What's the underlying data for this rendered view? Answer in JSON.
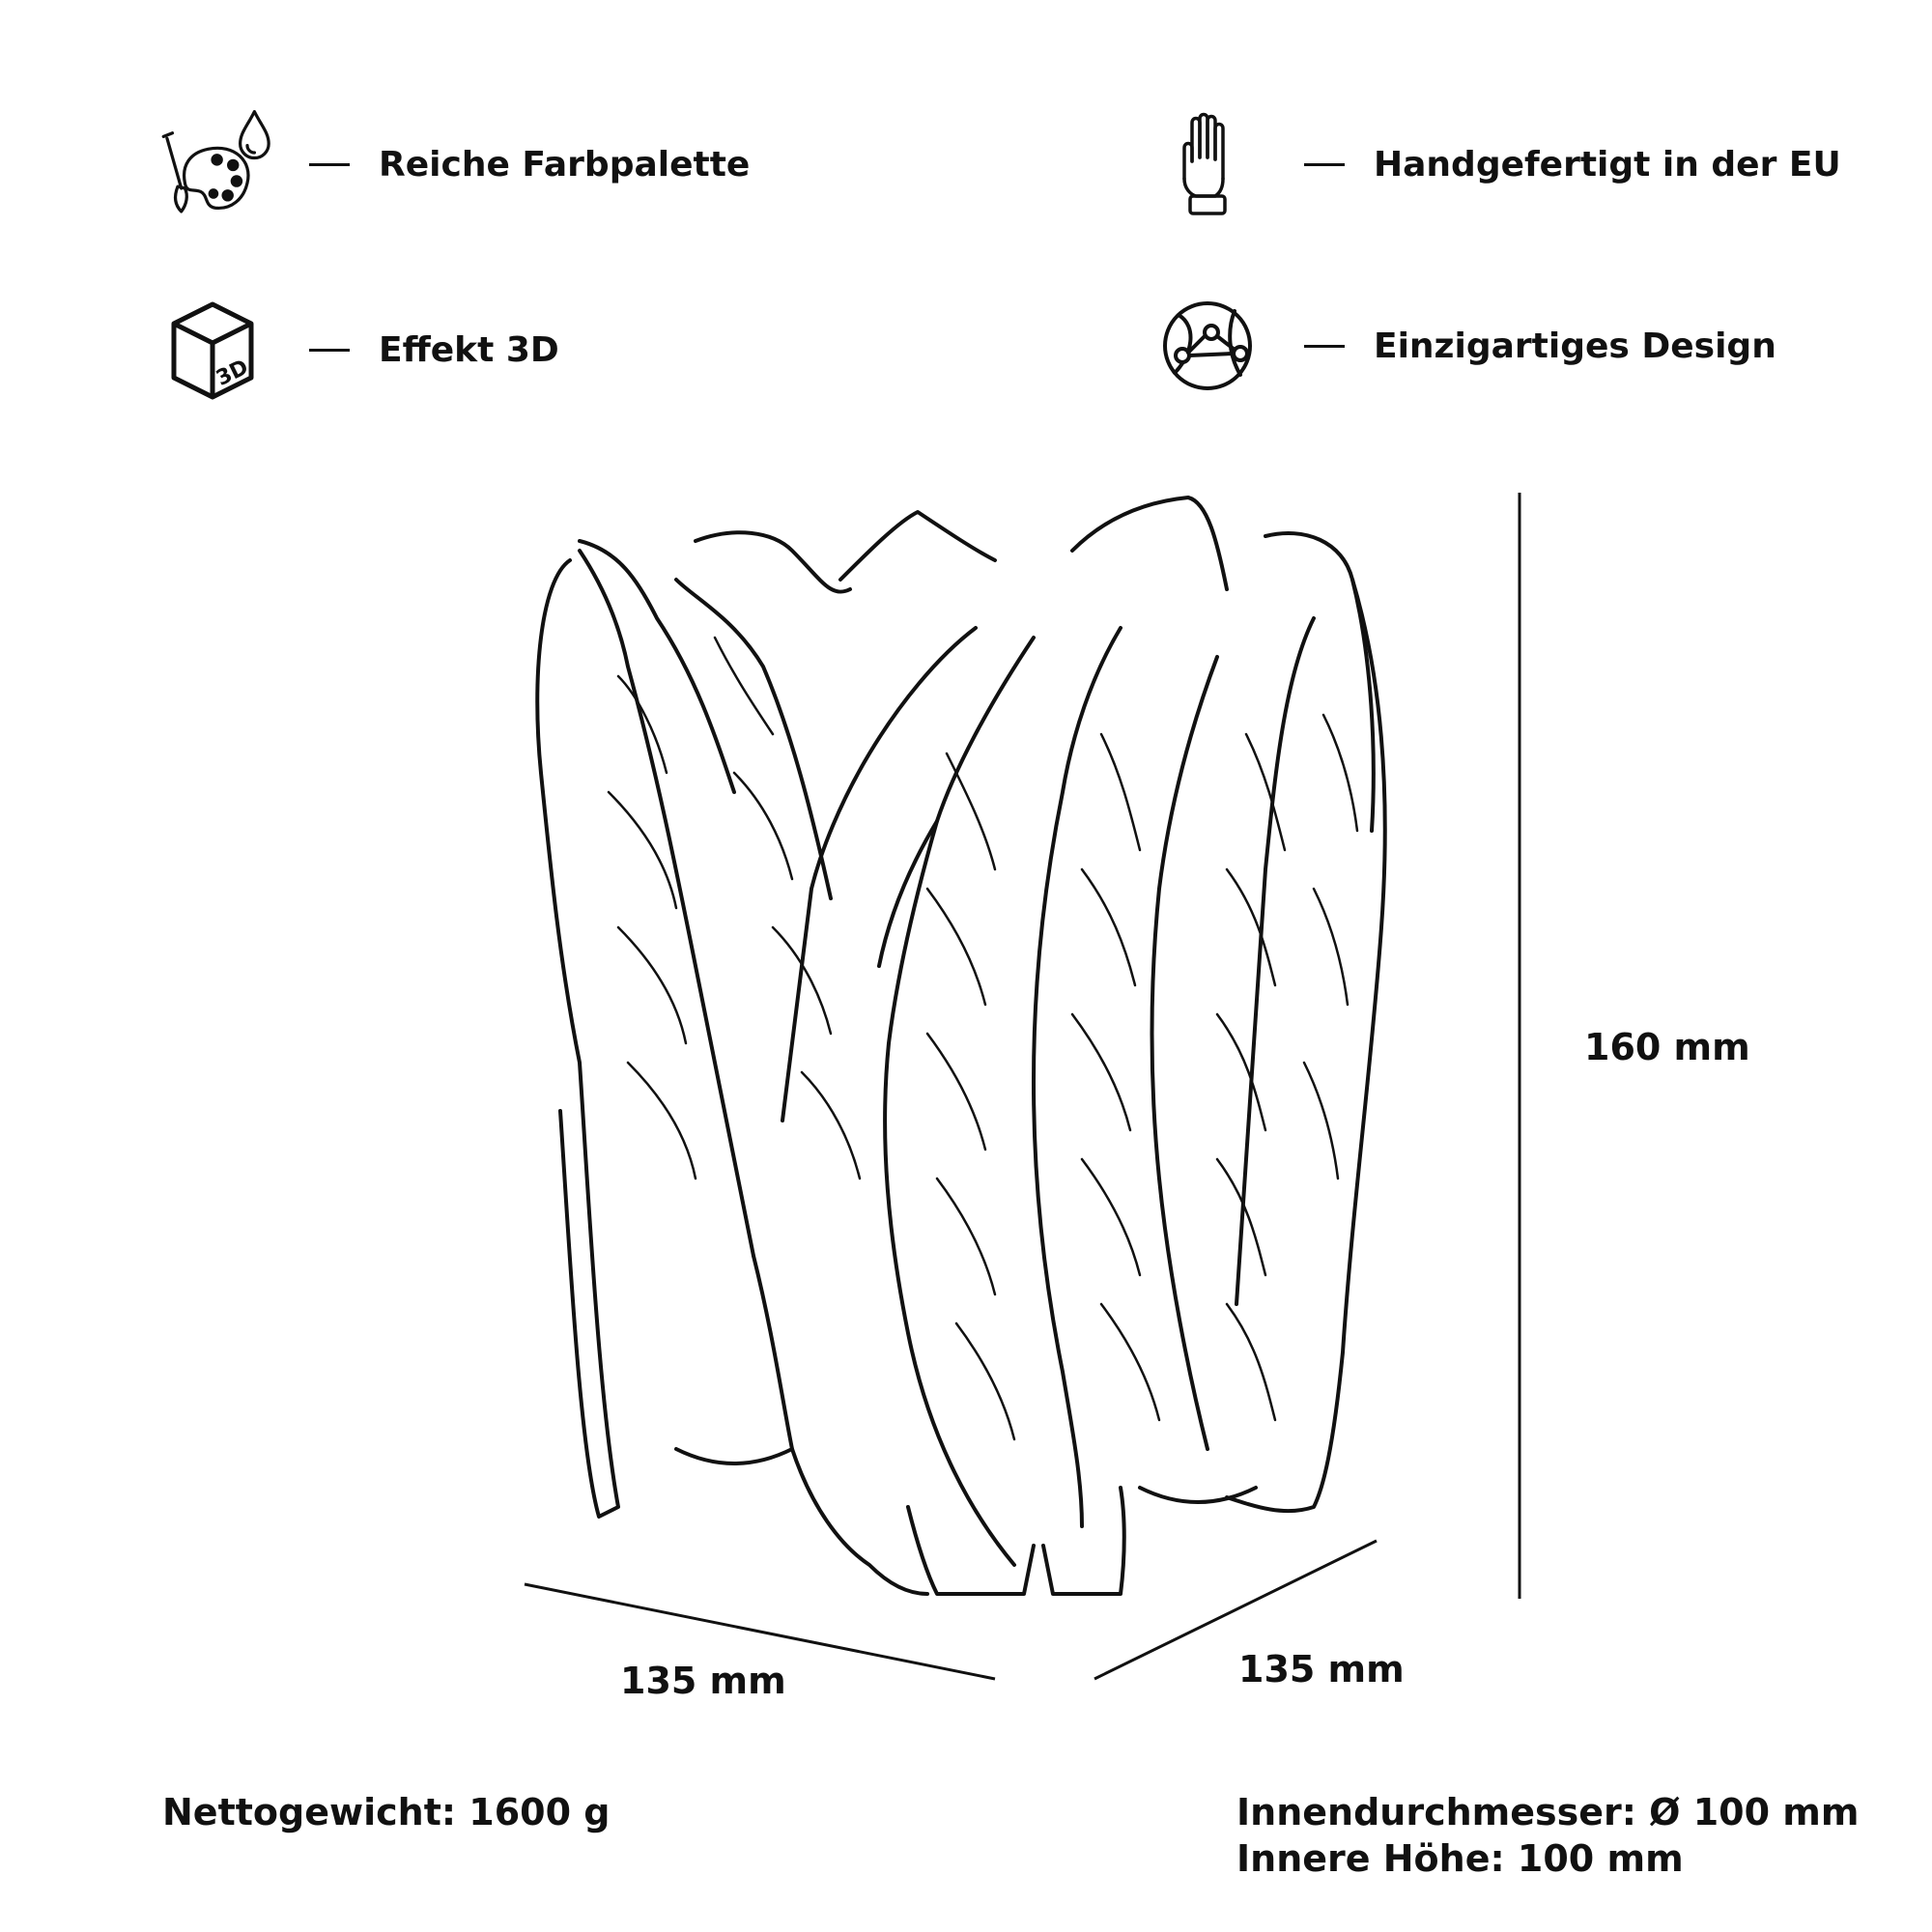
{
  "features": {
    "palette": {
      "label": "Reiche Farbpalette",
      "icon": "palette-icon"
    },
    "handmade": {
      "label": "Handgefertigt in der EU",
      "icon": "hand-icon"
    },
    "effect3d": {
      "label": "Effekt 3D",
      "icon": "cube-3d-icon",
      "icon_text": "3D"
    },
    "design": {
      "label": "Einzigartiges Design",
      "icon": "globe-network-icon"
    }
  },
  "dimensions": {
    "height": "160 mm",
    "width": "135 mm",
    "depth": "135 mm"
  },
  "specs": {
    "net_weight": "Nettogewicht: 1600 g",
    "inner_diameter": "Innendurchmesser: Ø 100 mm",
    "inner_height": "Innere Höhe: 100 mm"
  },
  "colors": {
    "ink": "#111111",
    "background": "#ffffff"
  }
}
